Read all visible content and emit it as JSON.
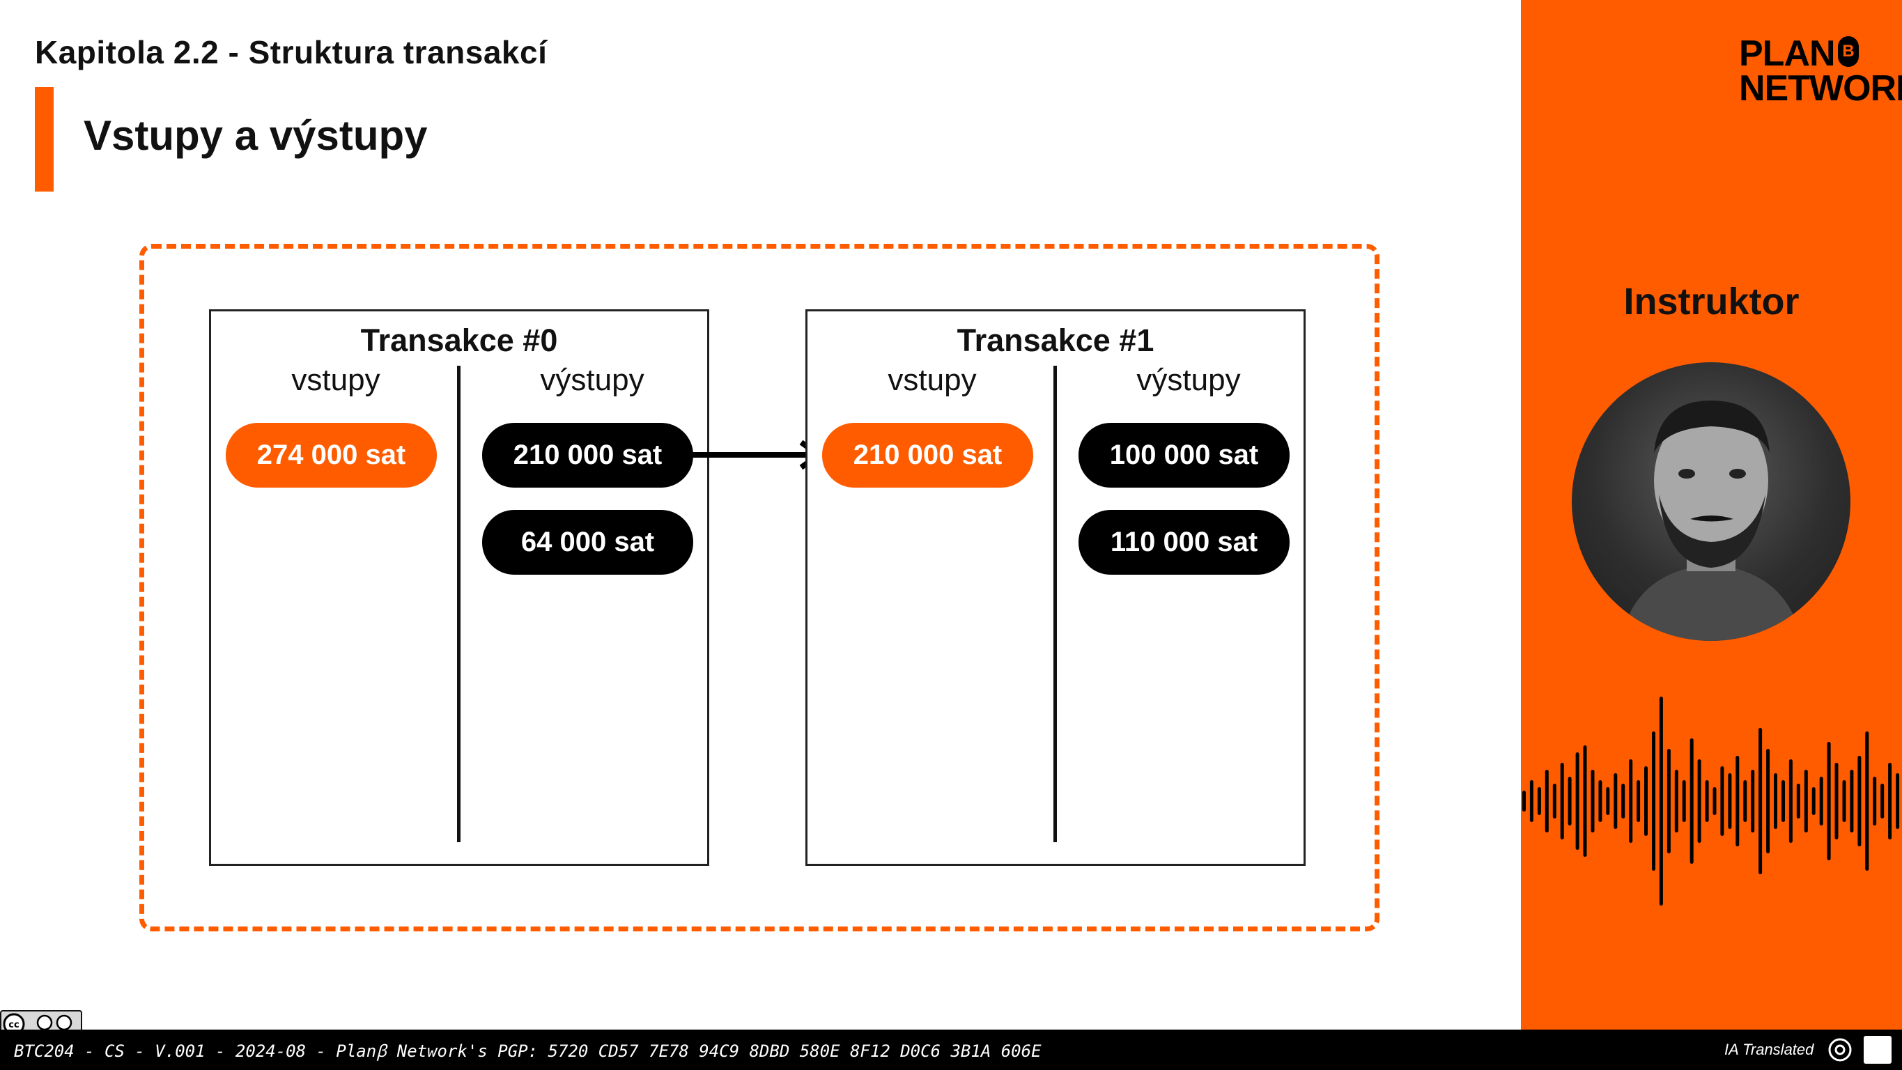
{
  "header": {
    "chapter": "Kapitola 2.2 - Struktura transakcí",
    "title": "Vstupy a výstupy"
  },
  "diagram": {
    "transactions": [
      {
        "title": "Transakce #0",
        "inputs_label": "vstupy",
        "outputs_label": "výstupy",
        "inputs": [
          "274 000 sat"
        ],
        "outputs": [
          "210 000 sat",
          "64 000 sat"
        ]
      },
      {
        "title": "Transakce #1",
        "inputs_label": "vstupy",
        "outputs_label": "výstupy",
        "inputs": [
          "210 000 sat"
        ],
        "outputs": [
          "100 000 sat",
          "110 000 sat"
        ]
      }
    ]
  },
  "sidebar": {
    "logo_line1": "PLAN",
    "logo_mark": "B",
    "logo_line2": "NETWORK",
    "instructor_label": "Instruktor"
  },
  "footer": {
    "text": "BTC204 - CS - V.001 - 2024-08 - Planꞵ Network's PGP: 5720 CD57 7E78 94C9 8DBD 580E 8F12 D0C6 3B1A 606E",
    "ia_label": "IA Translated"
  },
  "colors": {
    "accent": "#ff5c00",
    "pill_dark": "#000000"
  },
  "icons": [
    "cc-license-icon",
    "openai-icon",
    "lab-icon",
    "arrow-right-icon"
  ]
}
